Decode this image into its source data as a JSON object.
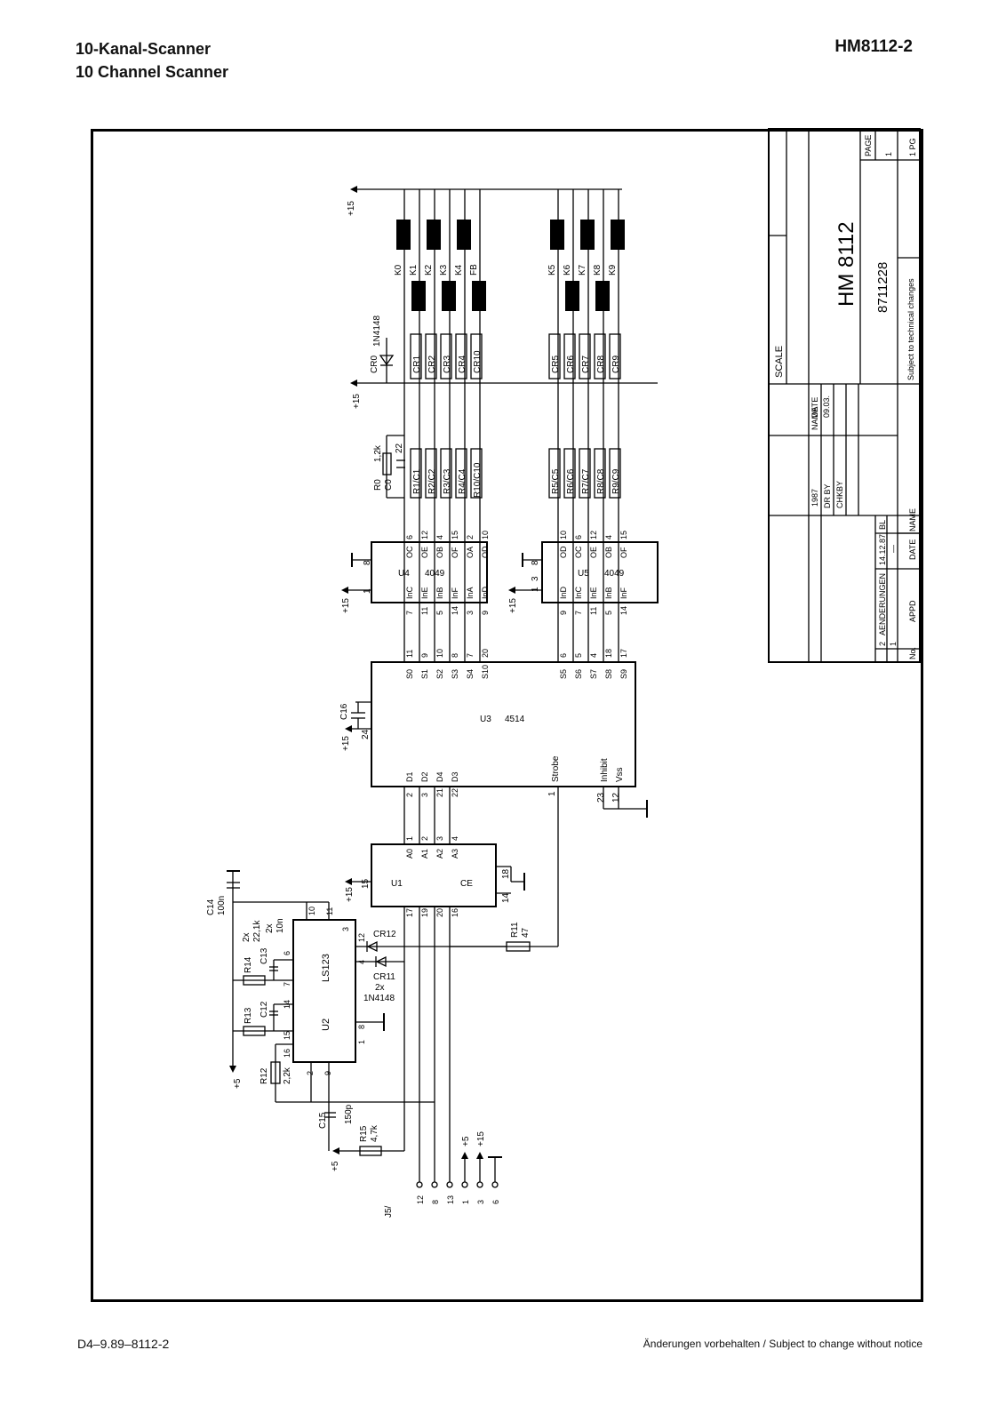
{
  "header": {
    "title_de": "10-Kanal-Scanner",
    "title_en": "10 Channel Scanner",
    "model": "HM8112-2"
  },
  "footer": {
    "doc_code": "D4–9.89–8112-2",
    "notice": "Änderungen vorbehalten / Subject to change without notice"
  },
  "title_block": {
    "scale_label": "SCALE",
    "drawing_title": "HM 8112",
    "drawing_number": "8711228",
    "subject_note": "Subject to technical changes",
    "page_label": "PAGE",
    "page_value": "1",
    "pg_value": "1 PG",
    "year": "1987",
    "date_label": "DATE",
    "name_label": "NAME",
    "dr_by": "DR BY",
    "chk_by": "CHKBY",
    "draw_date": "09.03.",
    "changes": [
      {
        "no": "2",
        "text": "AENDERUNGEN",
        "date": "14.12.87",
        "name": "BL"
      },
      {
        "no": "1",
        "text": "",
        "date": "—",
        "name": ""
      }
    ],
    "col_no": "No.",
    "col_appd": "APPD",
    "col_date": "DATE",
    "col_name": "NAME"
  },
  "schematic": {
    "supply_top": "+15",
    "supply_mid": "+15",
    "relays_left": [
      "K0",
      "K1",
      "K2",
      "K3",
      "K4",
      "FB"
    ],
    "relays_right": [
      "K5",
      "K6",
      "K7",
      "K8",
      "K9"
    ],
    "diodes_left": [
      "CR1",
      "CR2",
      "CR3",
      "CR4",
      "CR10"
    ],
    "diodes_right": [
      "CR5",
      "CR6",
      "CR7",
      "CR8",
      "CR9"
    ],
    "cr0": "CR0",
    "cr0_part": "1N4148",
    "res_left": [
      "R1/C1",
      "R2/C2",
      "R3/C3",
      "R4/C4",
      "R10/C10"
    ],
    "res_right": [
      "R5/C5",
      "R6/C6",
      "R7/C7",
      "R8/C8",
      "R9/C9"
    ],
    "r0": "R0",
    "r0_val": "1,2k",
    "c0": "C0",
    "c0_val": "22",
    "u4": {
      "name": "U4",
      "part": "4049",
      "pins_top": [
        "6",
        "12",
        "4",
        "15",
        "2",
        "10"
      ],
      "outs": [
        "OC",
        "OE",
        "OB",
        "OF",
        "OA",
        "OD"
      ],
      "ins": [
        "InC",
        "InE",
        "InB",
        "InF",
        "InA",
        "InD"
      ],
      "pins_bot": [
        "7",
        "11",
        "5",
        "14",
        "3",
        "9"
      ],
      "p8": "8",
      "p1": "1",
      "supply": "+15"
    },
    "u5": {
      "name": "U5",
      "part": "4049",
      "pins_top": [
        "10",
        "6",
        "12",
        "4",
        "15"
      ],
      "outs": [
        "OD",
        "OC",
        "OE",
        "OB",
        "OF"
      ],
      "ins": [
        "InD",
        "InC",
        "InE",
        "InB",
        "InF"
      ],
      "pins_bot": [
        "9",
        "7",
        "11",
        "5",
        "14"
      ],
      "p8": "8",
      "p1": "1",
      "p3": "3",
      "supply": "+15"
    },
    "u3": {
      "name": "U3",
      "part": "4514",
      "outs_left": [
        "S0",
        "S1",
        "S2",
        "S3",
        "S4",
        "S10"
      ],
      "pins_left": [
        "11",
        "9",
        "10",
        "8",
        "7",
        "20"
      ],
      "outs_right": [
        "S5",
        "S6",
        "S7",
        "S8",
        "S9"
      ],
      "pins_right": [
        "6",
        "5",
        "4",
        "18",
        "17"
      ],
      "ins": [
        "D1",
        "D2",
        "D4",
        "D3"
      ],
      "in_pins": [
        "2",
        "3",
        "21",
        "22"
      ],
      "strobe": "Strobe",
      "strobe_pin": "1",
      "inhibit": "Inhibit",
      "vss": "Vss",
      "inh_pin": "23",
      "vss_pin": "12",
      "p24": "24",
      "c16": "C16",
      "supply": "+15"
    },
    "u1": {
      "name": "U1",
      "ce": "CE",
      "addr": [
        "A0",
        "A1",
        "A2",
        "A3"
      ],
      "addr_pins": [
        "1",
        "2",
        "3",
        "4"
      ],
      "p15": "15",
      "p18": "18",
      "p14": "14",
      "bot_pins": [
        "17",
        "19",
        "20",
        "16"
      ],
      "supply": "+15"
    },
    "u2": {
      "name": "U2",
      "part": "LS123",
      "pins": [
        "10",
        "11",
        "3",
        "12",
        "4",
        "6",
        "7",
        "14",
        "15",
        "16",
        "1",
        "8",
        "2",
        "9"
      ]
    },
    "c14": "C14",
    "c14_val": "100n",
    "r14": "R14",
    "r13": "R13",
    "r12": "R12",
    "r12_val": "2,2k",
    "c13": "C13",
    "c12": "C12",
    "r14_val": "2x",
    "r14_val2": "22,1k",
    "c13_val": "2x",
    "c13_val2": "10n",
    "cr12": "CR12",
    "cr11": "CR11",
    "cr11_val": "2x",
    "cr11_part": "1N4148",
    "r11": "R11",
    "r11_val": "47",
    "c15": "C15",
    "c15_val": "150p",
    "r15": "R15",
    "r15_val": "4,7k",
    "p5a": "+5",
    "p5b": "+5",
    "p5c": "+5",
    "p15c": "+15",
    "conn": "J5/",
    "conn_pins": [
      "12",
      "8",
      "13",
      "1",
      "3",
      "6"
    ]
  }
}
